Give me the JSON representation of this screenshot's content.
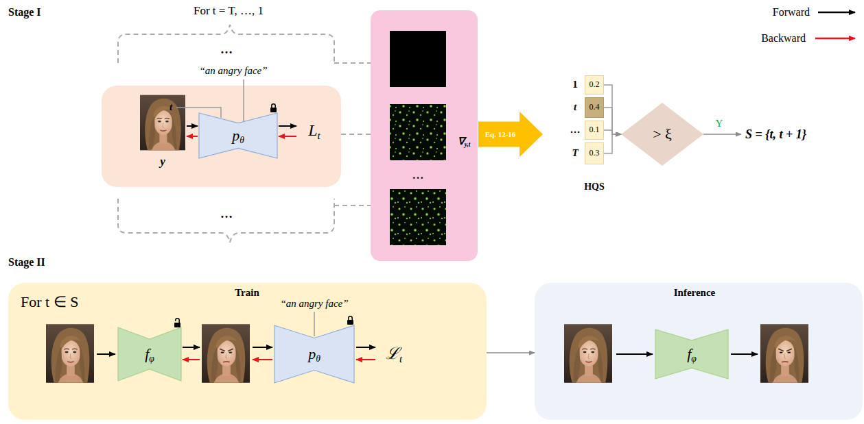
{
  "diagram": {
    "nodes": [
      {
        "text": [
          "“an angry face”",
          "t"
        ]
      },
      {
        "text": [
          "y"
        ],
        "in": 0
      },
      {
        "text": [
          "pθ"
        ],
        "in": 0
      },
      {
        "text": [
          "∇y,t",
          "…"
        ]
      },
      {
        "text": [
          "Eq. 12-16"
        ]
      },
      {
        "text": [
          "HQS"
        ]
      },
      {
        "text": [
          "0.2"
        ],
        "in": 5
      },
      {
        "text": [
          "0.4"
        ],
        "in": 5
      },
      {
        "text": [
          "0.1"
        ],
        "in": 5
      },
      {
        "text": [
          "0.3"
        ],
        "in": 5
      },
      {
        "text": [
          "> ξ"
        ]
      },
      {
        "text": [
          "Train",
          "For t ∈ S",
          "“an angry face”"
        ]
      },
      {
        "text": [
          "fφ"
        ],
        "in": 11
      },
      {
        "text": [
          "pθ"
        ],
        "in": 11
      },
      {
        "text": [
          "Inference"
        ]
      },
      {
        "text": [
          "fφ"
        ],
        "in": 14
      }
    ],
    "edges": [
      {
        "from": 1,
        "to": 2,
        "arrow": "to"
      },
      {
        "from": 2,
        "to": 1,
        "arrow": "to"
      },
      {
        "from": 0,
        "to": 3,
        "arrow": "none"
      },
      {
        "from": 6,
        "to": 10,
        "arrow": "to"
      },
      {
        "from": 7,
        "to": 10,
        "arrow": "to"
      },
      {
        "from": 8,
        "to": 10,
        "arrow": "to"
      },
      {
        "from": 9,
        "to": 10,
        "arrow": "to"
      },
      {
        "from": 11,
        "to": 14,
        "arrow": "to"
      }
    ],
    "labels": [
      "Stage I",
      "For t = T, …, 1",
      "…",
      "…",
      "Lt",
      "1",
      "t",
      "…",
      "T",
      "Y",
      "S = {t, t + 1}",
      "Stage II",
      "ℒt"
    ],
    "legend": [
      {
        "text": "Forward"
      },
      {
        "text": "Backward"
      }
    ]
  }
}
